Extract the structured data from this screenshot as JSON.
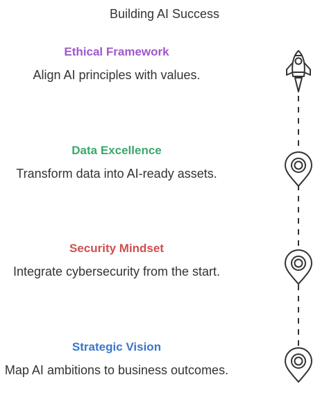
{
  "title": "Building AI Success",
  "steps": [
    {
      "heading": "Ethical Framework",
      "description": "Align AI principles with values.",
      "color": "#a256cf",
      "icon": "rocket-icon"
    },
    {
      "heading": "Data Excellence",
      "description": "Transform data into AI-ready assets.",
      "color": "#3aa86c",
      "icon": "location-pin-icon"
    },
    {
      "heading": "Security Mindset",
      "description": "Integrate cybersecurity from the start.",
      "color": "#cf4f4f",
      "icon": "location-pin-icon"
    },
    {
      "heading": "Strategic Vision",
      "description": "Map AI ambitions to business outcomes.",
      "color": "#3c76c9",
      "icon": "location-pin-icon"
    }
  ]
}
